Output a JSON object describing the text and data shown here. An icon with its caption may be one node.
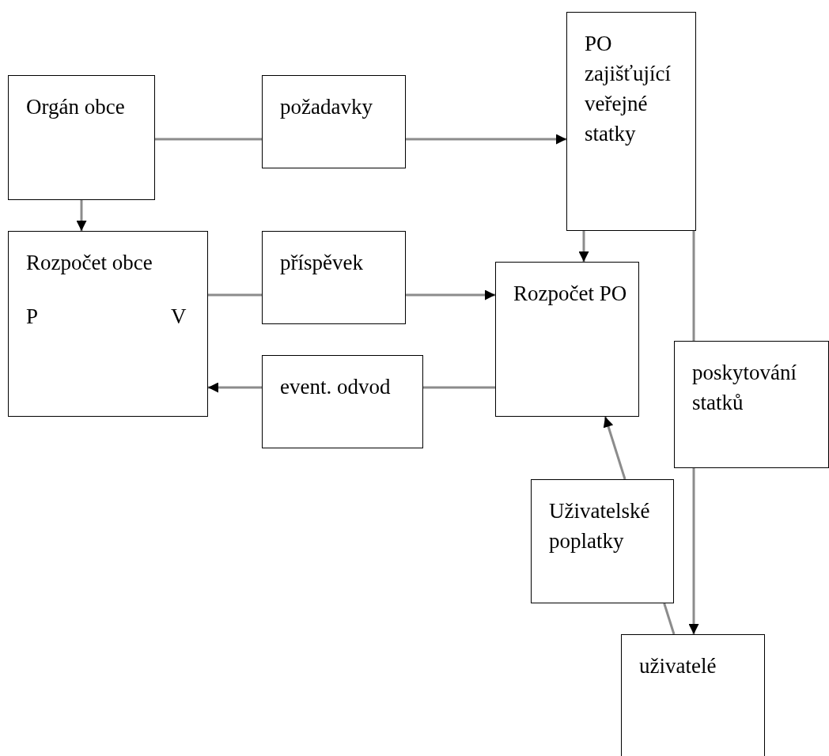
{
  "diagram": {
    "nodes": [
      {
        "text": [
          "Orgán obce"
        ]
      },
      {
        "text": [
          "požadavky"
        ]
      },
      {
        "text": [
          "PO zajišťující veřejné statky"
        ]
      },
      {
        "text": [
          "Rozpočet obce",
          "P",
          "V"
        ]
      },
      {
        "text": [
          "příspěvek"
        ]
      },
      {
        "text": [
          "Rozpočet PO"
        ]
      },
      {
        "text": [
          "event. odvod"
        ]
      },
      {
        "text": [
          "poskytování statků"
        ]
      },
      {
        "text": [
          "Uživatelské poplatky"
        ]
      },
      {
        "text": [
          "uživatelé"
        ]
      }
    ],
    "edges": [
      {
        "from": 0,
        "to": 1,
        "arrow": "none"
      },
      {
        "from": 1,
        "to": 2,
        "arrow": "to"
      },
      {
        "from": 0,
        "to": 3,
        "arrow": "to"
      },
      {
        "from": 3,
        "to": 4,
        "arrow": "none"
      },
      {
        "from": 4,
        "to": 5,
        "arrow": "to"
      },
      {
        "from": 5,
        "to": 6,
        "arrow": "none"
      },
      {
        "from": 6,
        "to": 3,
        "arrow": "to"
      },
      {
        "from": 2,
        "to": 5,
        "arrow": "to"
      },
      {
        "from": 2,
        "to": 7,
        "arrow": "none"
      },
      {
        "from": 7,
        "to": 9,
        "arrow": "to"
      },
      {
        "from": 9,
        "to": 8,
        "arrow": "none"
      },
      {
        "from": 8,
        "to": 5,
        "arrow": "to"
      }
    ]
  }
}
